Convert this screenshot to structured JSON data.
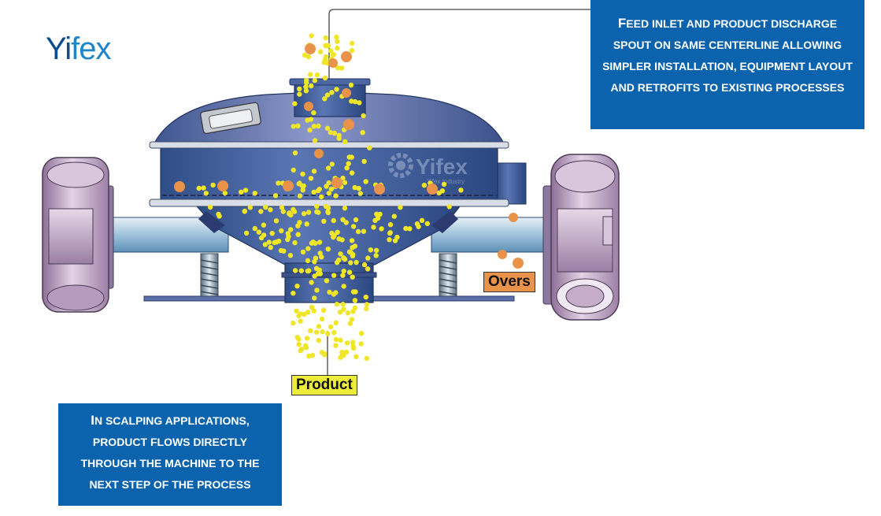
{
  "logo": {
    "part1": "Yi",
    "part2": "fex"
  },
  "watermark": {
    "text": "Yifex",
    "subtext": "Yifex Industry"
  },
  "callouts": {
    "top": "Feed inlet and product discharge spout on same centerline allowing simpler installation, equipment layout and retrofits to existing processes",
    "bottom": "In scalping applications, product flows directly through the machine to the next step of the process"
  },
  "labels": {
    "product": "Product",
    "overs": "Overs"
  },
  "colors": {
    "body_blue": "#5c6fa8",
    "motor_purple": "#c3a9c8",
    "callout_blue": "#0b63ad",
    "particle_yellow": "#f0e629",
    "particle_orange": "#e8924a",
    "product_tag": "#ecec3a",
    "overs_tag": "#e8924a"
  }
}
